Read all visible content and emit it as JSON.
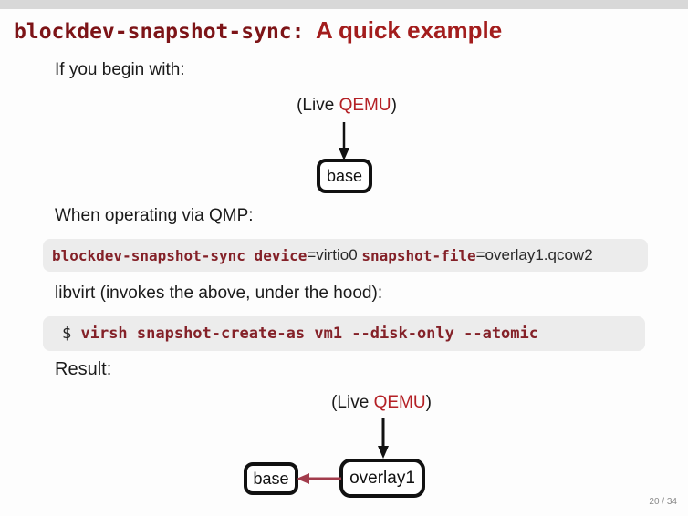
{
  "slide": {
    "title_mono": "blockdev-snapshot-sync:",
    "title_rest": "A quick example",
    "intro": "If you begin with:",
    "qmp_label": "When operating via QMP:",
    "libvirt_label": "libvirt (invokes the above, under the hood):",
    "result_label": "Result:",
    "page": "20 / 34"
  },
  "diagram1": {
    "live_prefix": "(Live ",
    "live_qemu": "QEMU",
    "live_suffix": ")",
    "node_base": "base"
  },
  "diagram2": {
    "live_prefix": "(Live ",
    "live_qemu": "QEMU",
    "live_suffix": ")",
    "node_overlay": "overlay1",
    "node_base": "base"
  },
  "code1": {
    "segments": [
      {
        "text": "blockdev-snapshot-sync device",
        "style": "kw"
      },
      {
        "text": "=",
        "style": "plain"
      },
      {
        "text": "virtio0 ",
        "style": "plain"
      },
      {
        "text": "snapshot-file",
        "style": "kw"
      },
      {
        "text": "=",
        "style": "plain"
      },
      {
        "text": "overlay1.qcow2",
        "style": "plain"
      }
    ]
  },
  "code2": {
    "prompt": "$ ",
    "command": "virsh snapshot-create-as vm1 --disk-only --atomic"
  },
  "colors": {
    "title_mono_red": "#7d1417",
    "title_sans_red": "#a31d1d",
    "qemu_red": "#b42025",
    "code_keyword_red": "#842128",
    "snapshot_arrow_red": "#a23c4c",
    "top_strip_gray": "#d8d8d8",
    "code_bg_gray": "#ececec"
  }
}
